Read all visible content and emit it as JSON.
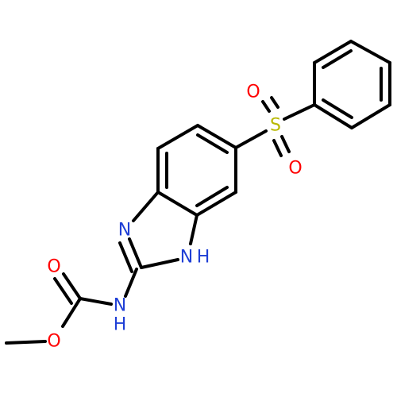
{
  "diagram": {
    "type": "chemical-structure",
    "atom_labels": {
      "sulfur": "S",
      "sulfonyl_oxygen_upper": "O",
      "sulfonyl_oxygen_lower": "O",
      "ring_nitrogen": "N",
      "ring_nh_n": "N",
      "ring_nh_h": "H",
      "amide_n": "N",
      "amide_h": "H",
      "carbonyl_oxygen": "O",
      "ester_oxygen": "O"
    },
    "colors": {
      "bond": "#000000",
      "sulfur": "#b8b800",
      "oxygen": "#ff0000",
      "nitrogen": "#1f3fd6"
    }
  }
}
